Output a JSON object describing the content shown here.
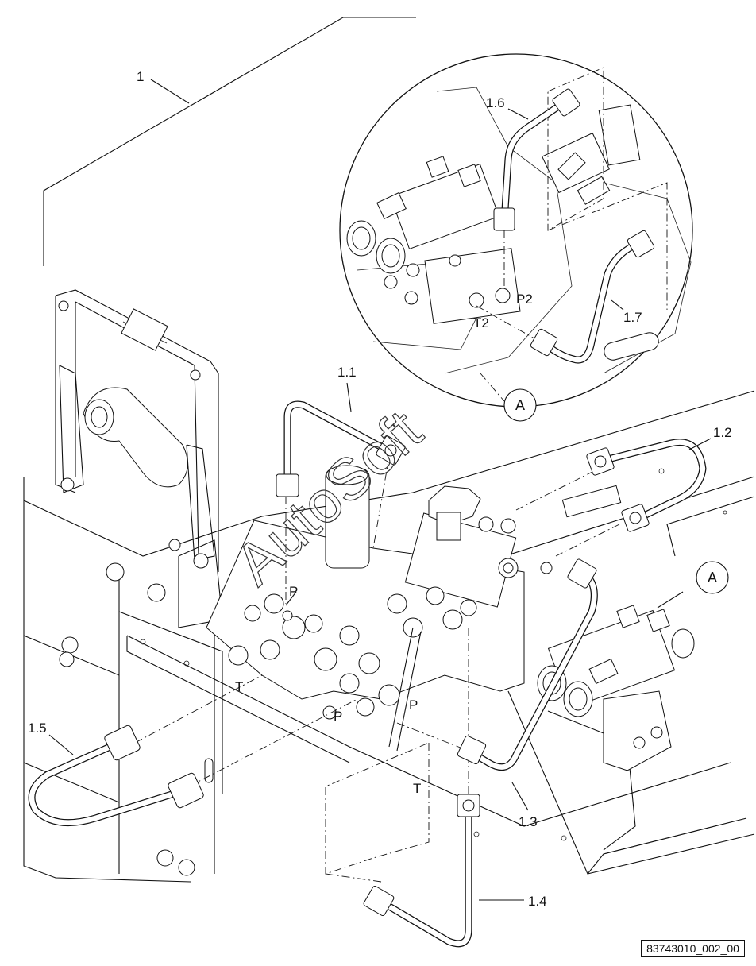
{
  "diagram": {
    "callouts": {
      "assembly": "1",
      "tube_1_1": "1.1",
      "tube_1_2": "1.2",
      "tube_1_3": "1.3",
      "tube_1_4": "1.4",
      "tube_1_5": "1.5",
      "tube_1_6": "1.6",
      "tube_1_7": "1.7"
    },
    "ports": {
      "p_upper": "P",
      "p_left": "P",
      "p_right": "P",
      "t_left": "T",
      "t_lower": "T",
      "p2": "P2",
      "t2": "T2"
    },
    "detail_markers": {
      "detail_in_circle": "A",
      "detail_on_view": "A"
    },
    "watermark": "AutoSoft",
    "reference_number": "83743010_002_00"
  }
}
